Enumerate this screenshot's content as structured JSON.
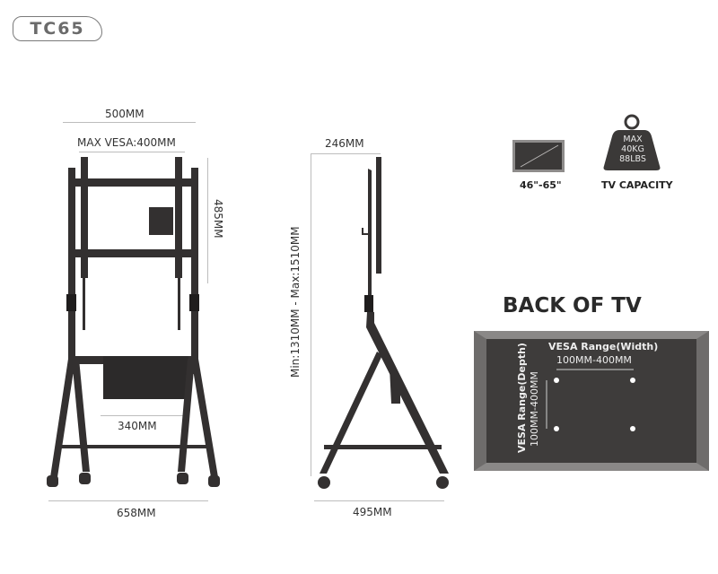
{
  "header": {
    "model": "TC65"
  },
  "front_view": {
    "width_top": "500MM",
    "max_vesa": "MAX VESA:400MM",
    "height_bracket": "485MM",
    "shelf_width": "340MM",
    "base_width": "658MM"
  },
  "side_view": {
    "depth_top": "246MM",
    "height_range": "Min:1310MM - Max:1510MM",
    "base_depth": "495MM"
  },
  "specs": {
    "screen_size": "46\"-65\"",
    "capacity_lines": [
      "MAX",
      "40KG",
      "88LBS"
    ],
    "capacity_label": "TV CAPACITY"
  },
  "back_of_tv": {
    "title": "BACK OF TV",
    "vesa_width_label": "VESA Range(Width)",
    "vesa_width_value": "100MM-400MM",
    "vesa_depth_label": "VESA Range(Depth)",
    "vesa_depth_value": "100MM-400MM"
  },
  "colors": {
    "frame": "#333030",
    "panel": "#3e3c3b",
    "panel_bevel": "#6e6c6b",
    "dim_line": "#bdbdbd"
  }
}
